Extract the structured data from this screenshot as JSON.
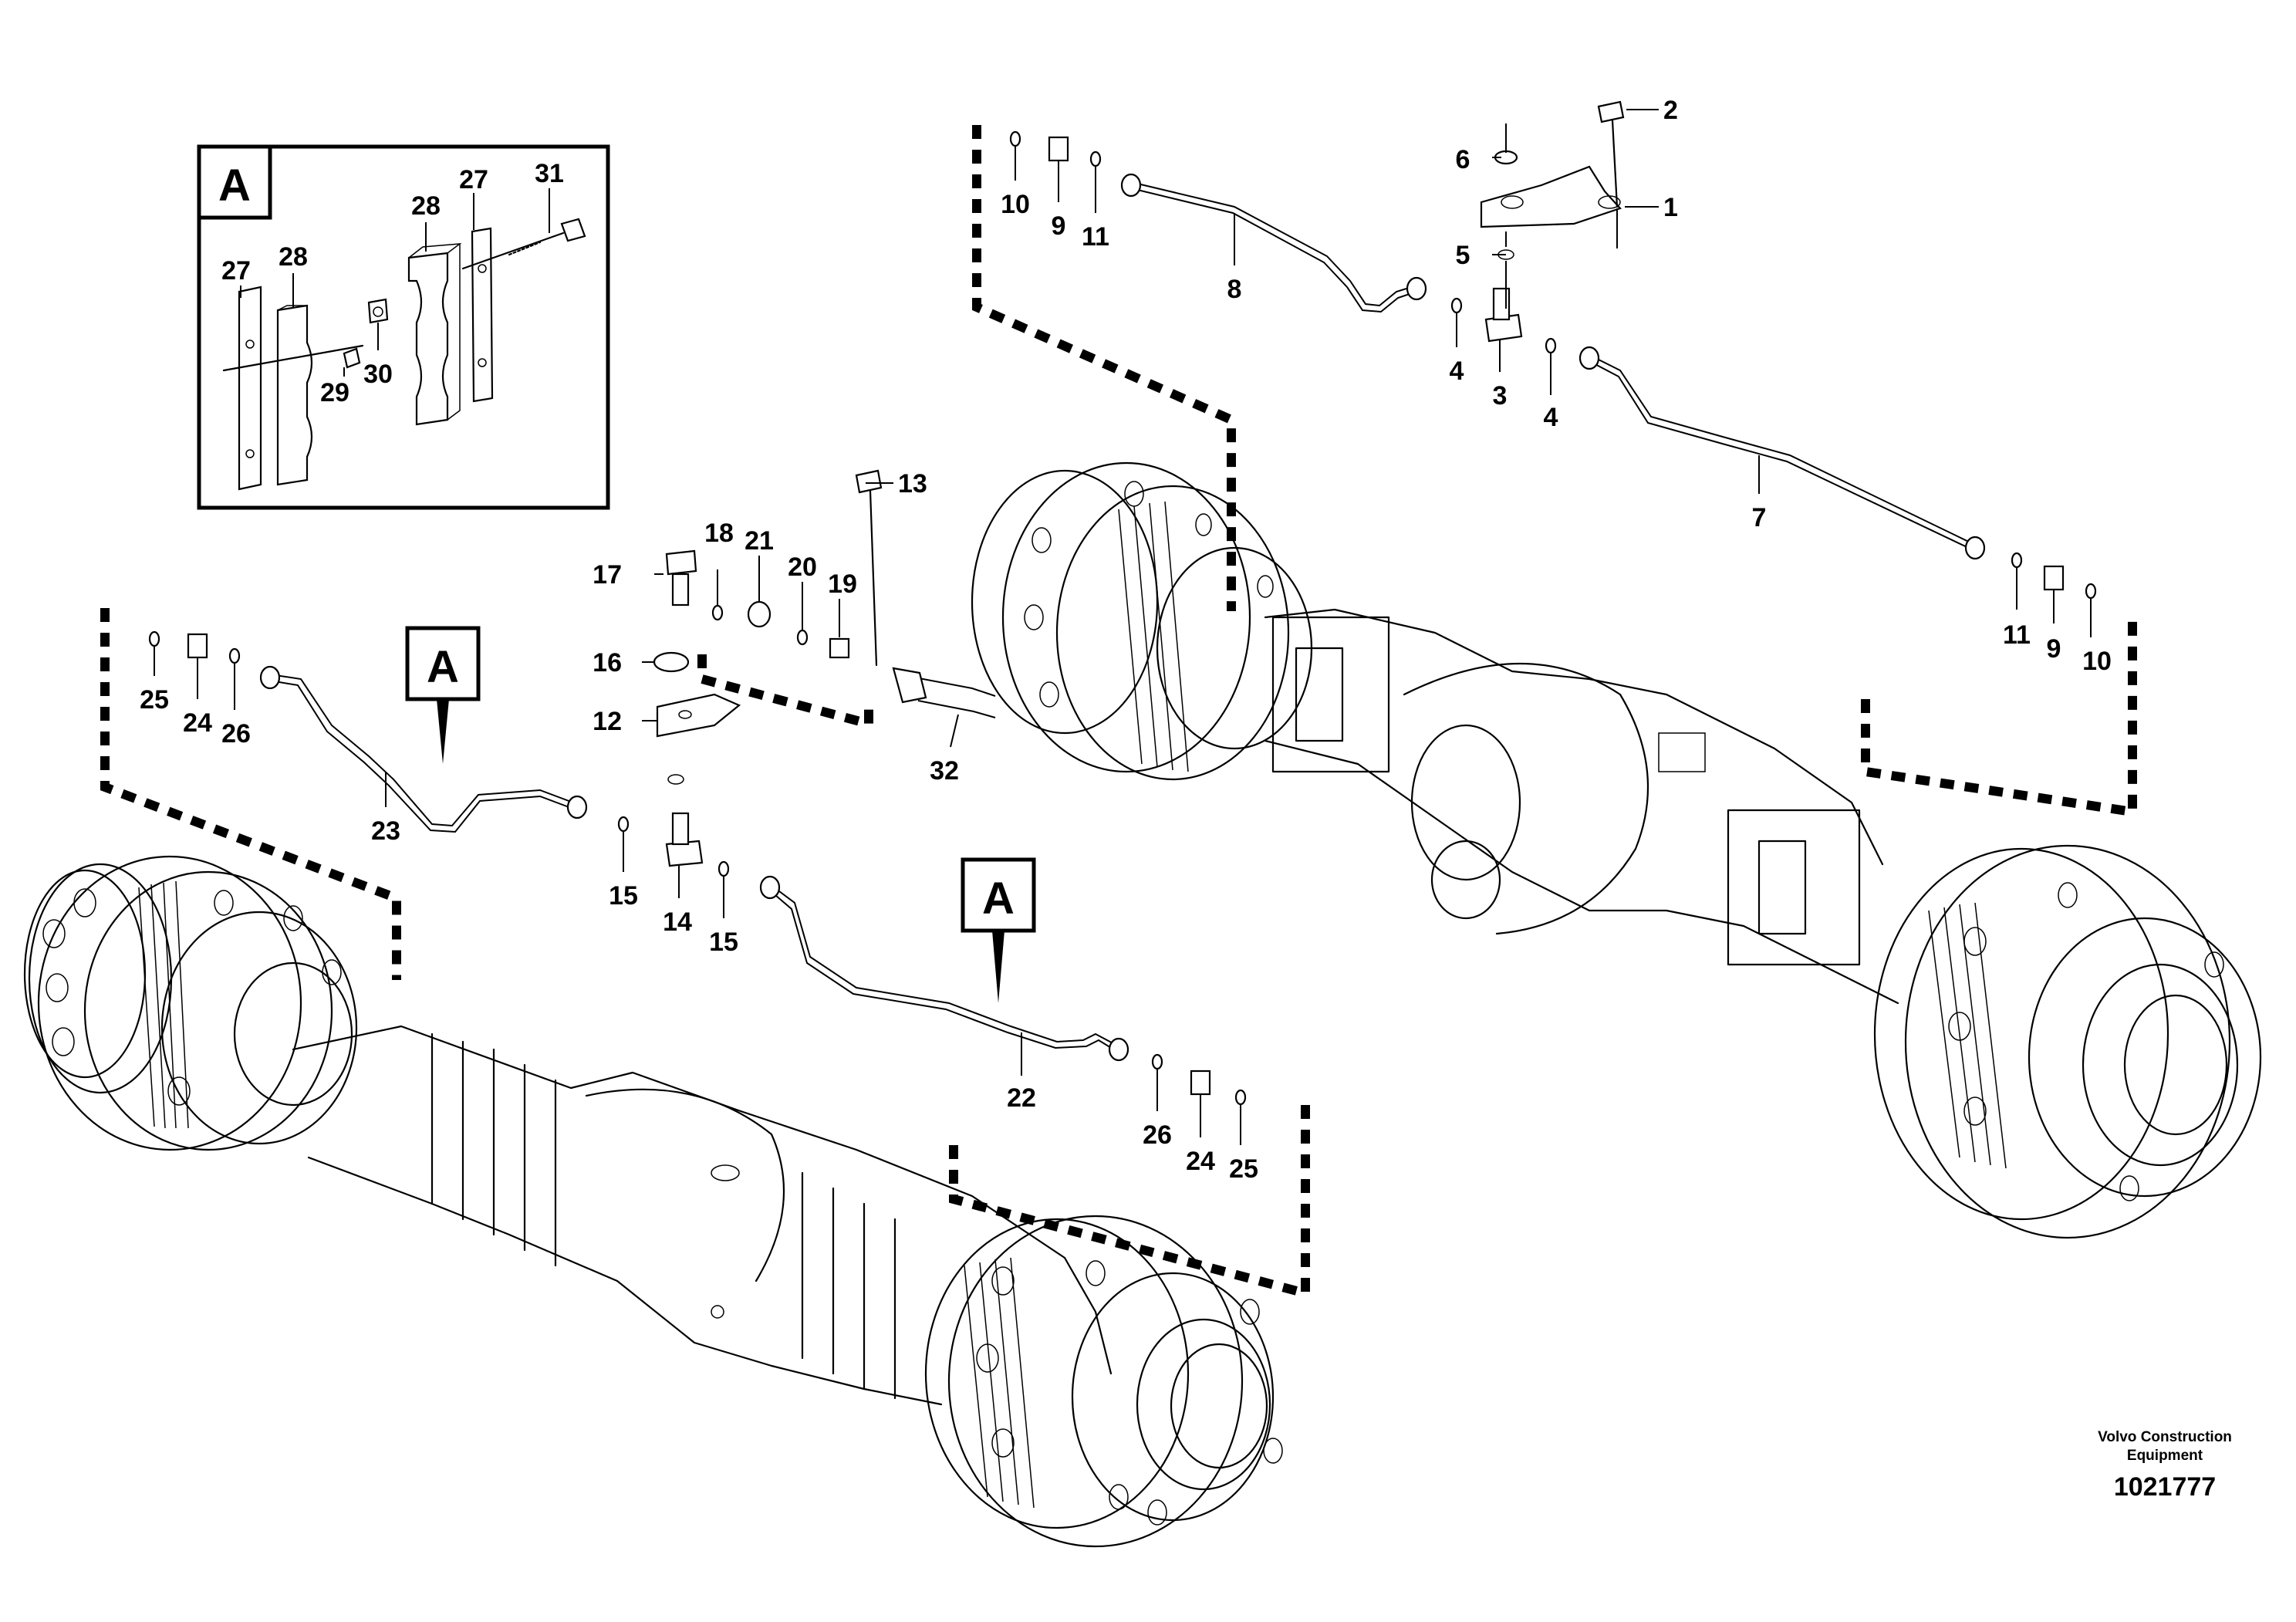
{
  "callouts": {
    "c1": "1",
    "c2": "2",
    "c3": "3",
    "c4a": "4",
    "c4b": "4",
    "c5": "5",
    "c6": "6",
    "c7": "7",
    "c8": "8",
    "c9a": "9",
    "c9b": "9",
    "c10a": "10",
    "c10b": "10",
    "c11a": "11",
    "c11b": "11",
    "c12": "12",
    "c13": "13",
    "c14": "14",
    "c15a": "15",
    "c15b": "15",
    "c16": "16",
    "c17": "17",
    "c18": "18",
    "c19": "19",
    "c20": "20",
    "c21": "21",
    "c22": "22",
    "c23": "23",
    "c24a": "24",
    "c24b": "24",
    "c25a": "25",
    "c25b": "25",
    "c26a": "26",
    "c26b": "26",
    "c27a": "27",
    "c27b": "27",
    "c28a": "28",
    "c28b": "28",
    "c29": "29",
    "c30": "30",
    "c31": "31",
    "c32": "32"
  },
  "detail": {
    "label": "A"
  },
  "refs": {
    "ref1": "A",
    "ref2": "A"
  },
  "footer": {
    "brand_line1": "Volvo Construction",
    "brand_line2": "Equipment",
    "doc_number": "1021777"
  }
}
